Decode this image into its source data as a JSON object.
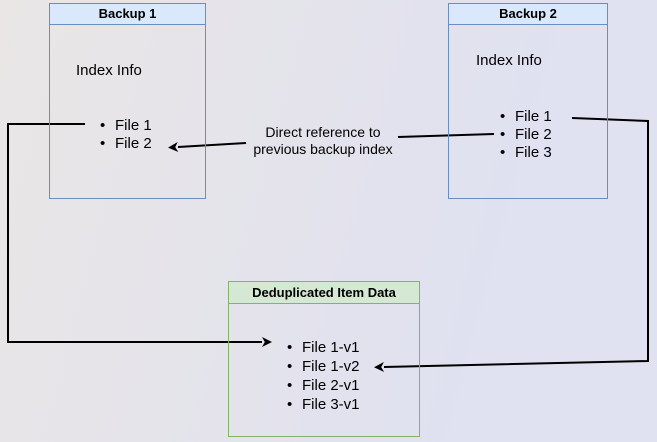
{
  "diagram": {
    "backup1": {
      "title": "Backup 1",
      "body_label": "Index Info",
      "files": [
        "File 1",
        "File 2"
      ]
    },
    "backup2": {
      "title": "Backup 2",
      "body_label": "Index Info",
      "files": [
        "File 1",
        "File 2",
        "File 3"
      ]
    },
    "dedup": {
      "title": "Deduplicated Item Data",
      "files": [
        "File 1-v1",
        "File 1-v2",
        "File 2-v1",
        "File 3-v1"
      ]
    },
    "annotation": {
      "text": "Direct reference to previous backup index"
    },
    "colors": {
      "blue_fill": "#dae8fc",
      "blue_border": "#6c8ebf",
      "green_fill": "#d5e8d4",
      "green_border": "#82b366",
      "arrow": "#000000",
      "text": "#000000",
      "canvas_left": "#e9e6e5",
      "canvas_right": "#e0e1f1"
    }
  }
}
